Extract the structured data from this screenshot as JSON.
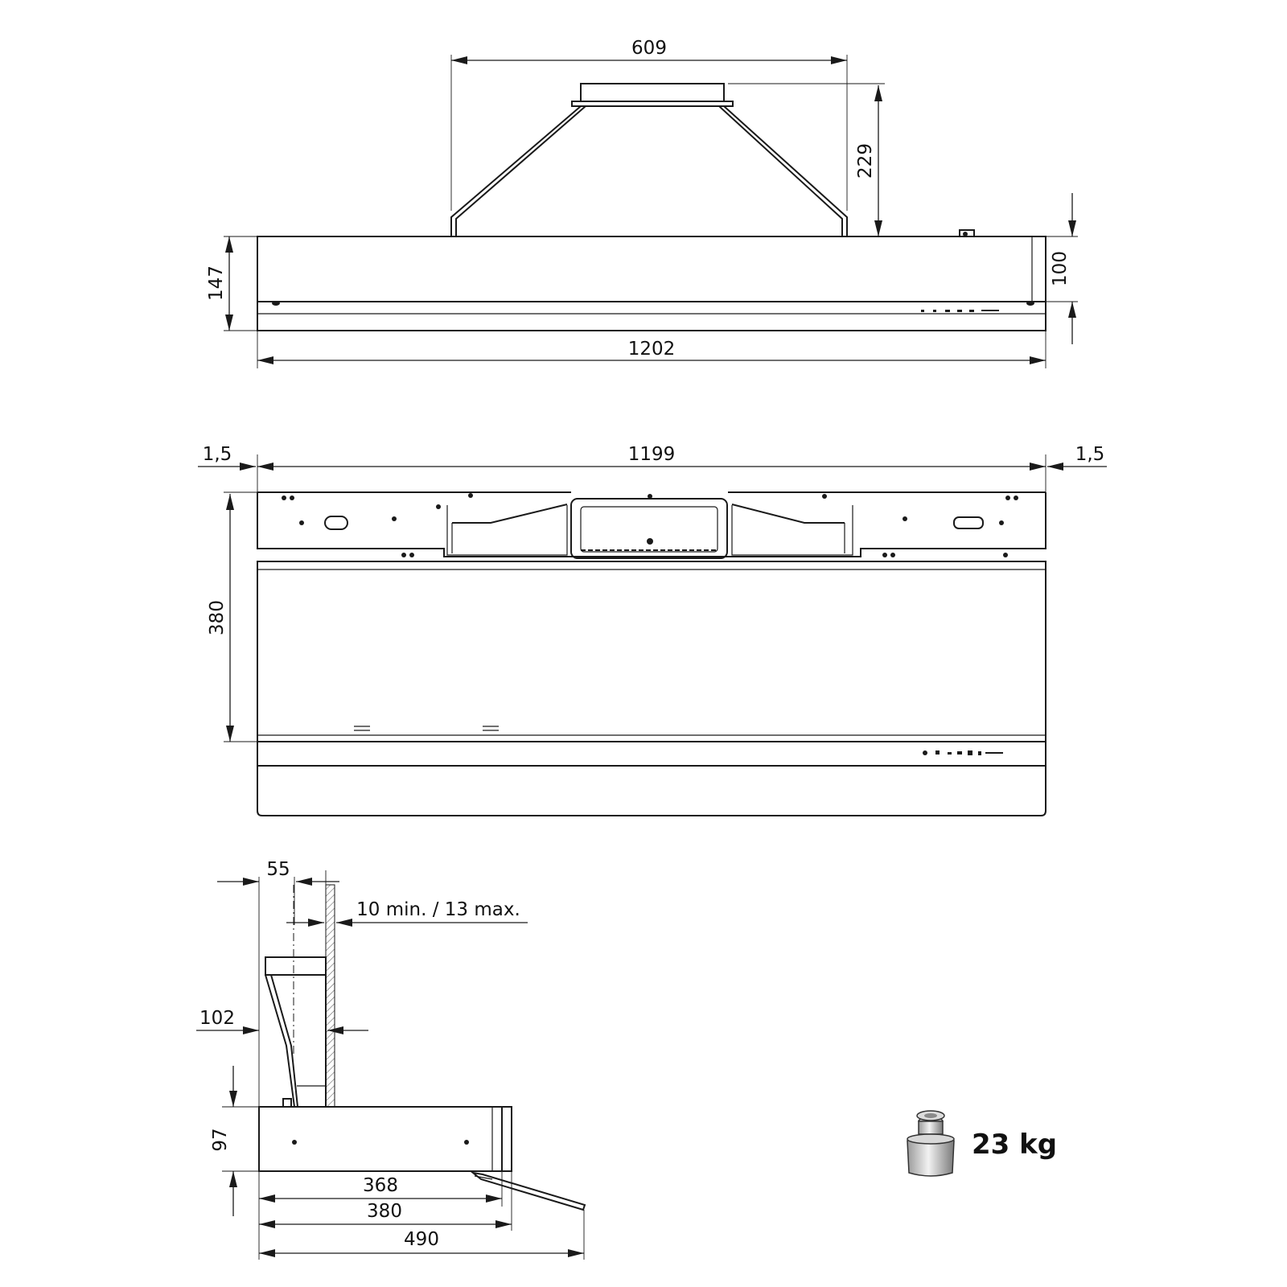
{
  "front_view": {
    "dim_intake_width": "609",
    "dim_intake_height": "229",
    "dim_body_height": "147",
    "dim_front_height": "100",
    "dim_total_width": "1202"
  },
  "bottom_view": {
    "dim_left_gap": "1,5",
    "dim_inner_width": "1199",
    "dim_right_gap": "1,5",
    "dim_depth": "380"
  },
  "side_view": {
    "dim_wall_offset": "55",
    "dim_wall_gap": "10 min. / 13 max.",
    "dim_duct_depth": "102",
    "dim_height": "97",
    "dim_depth_inner": "368",
    "dim_depth_body": "380",
    "dim_depth_open": "490"
  },
  "weight": {
    "label": "23 kg",
    "icon": "weight-icon"
  },
  "colors": {
    "line": "#1a1a1a",
    "background": "#ffffff"
  }
}
